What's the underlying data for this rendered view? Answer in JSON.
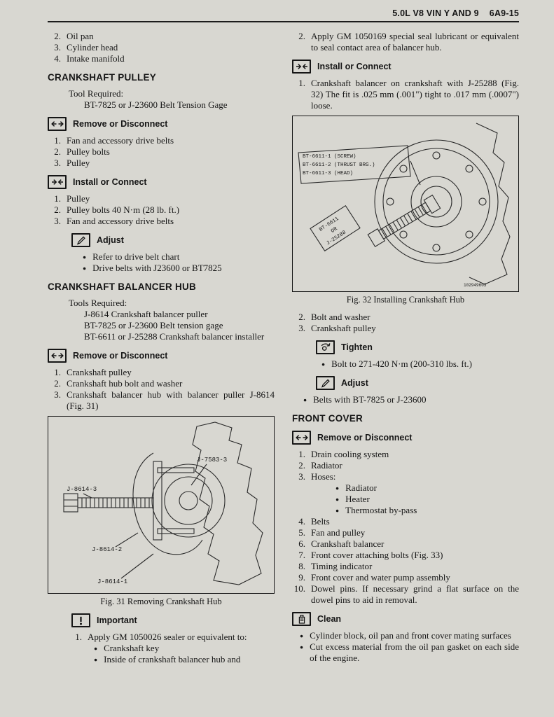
{
  "header": {
    "title": "5.0L V8 VIN Y AND 9",
    "page_no": "6A9-15"
  },
  "left": {
    "intro_items": [
      {
        "n": "2.",
        "t": "Oil pan"
      },
      {
        "n": "3.",
        "t": "Cylinder head"
      },
      {
        "n": "4.",
        "t": "Intake manifold"
      }
    ],
    "pulley": {
      "heading": "CRANKSHAFT PULLEY",
      "tools_label": "Tool Required:",
      "tools": [
        "BT-7825 or J-23600 Belt Tension Gage"
      ],
      "remove_label": "Remove or Disconnect",
      "remove_items": [
        {
          "n": "1.",
          "t": "Fan and accessory drive belts"
        },
        {
          "n": "2.",
          "t": "Pulley bolts"
        },
        {
          "n": "3.",
          "t": "Pulley"
        }
      ],
      "install_label": "Install or Connect",
      "install_items": [
        {
          "n": "1.",
          "t": "Pulley"
        },
        {
          "n": "2.",
          "t": "Pulley bolts 40 N·m (28 lb. ft.)"
        },
        {
          "n": "3.",
          "t": "Fan and accessory drive belts"
        }
      ],
      "adjust_label": "Adjust",
      "adjust_bullets": [
        "Refer to drive belt chart",
        "Drive belts with J23600 or BT7825"
      ]
    },
    "hub": {
      "heading": "CRANKSHAFT BALANCER HUB",
      "tools_label": "Tools Required:",
      "tools": [
        "J-8614 Crankshaft balancer puller",
        "BT-7825 or J-23600 Belt tension gage",
        "BT-6611 or J-25288 Crankshaft balancer installer"
      ],
      "remove_label": "Remove or Disconnect",
      "remove_items": [
        {
          "n": "1.",
          "t": "Crankshaft pulley"
        },
        {
          "n": "2.",
          "t": "Crankshaft hub bolt and washer"
        },
        {
          "n": "3.",
          "t": "Crankshaft balancer hub with balancer puller J-8614 (Fig. 31)"
        }
      ],
      "fig31": {
        "caption": "Fig. 31 Removing Crankshaft Hub",
        "label_1": "J-8614-3",
        "label_2": "J-7583-3",
        "label_3": "J-8614-2",
        "label_4": "J-8614-1"
      },
      "important_label": "Important",
      "important_item": {
        "n": "1.",
        "t": "Apply GM 1050026 sealer or equivalent to:"
      },
      "important_bullets": [
        "Crankshaft key",
        "Inside of crankshaft balancer hub and"
      ]
    }
  },
  "right": {
    "seal_item": {
      "n": "2.",
      "t": "Apply GM 1050169 special seal lubricant or equivalent to seal contact area of balancer hub."
    },
    "install_label": "Install or Connect",
    "install_items": [
      {
        "n": "1.",
        "t": "Crankshaft balancer on crankshaft with J-25288 (Fig. 32) The fit is .025 mm (.001\") tight to .017 mm (.0007\") loose."
      }
    ],
    "fig32": {
      "caption": "Fig. 32 Installing Crankshaft Hub",
      "callout_1": "BT-6611-1 (SCREW)",
      "callout_2": "BT-6611-2 (THRUST BRG.)",
      "callout_3": "BT-6611-3 (HEAD)",
      "tool_line_1": "BT-6611",
      "tool_line_2": "OR",
      "tool_line_3": "J-25288",
      "part_no": "102949603"
    },
    "after_items": [
      {
        "n": "2.",
        "t": "Bolt and washer"
      },
      {
        "n": "3.",
        "t": "Crankshaft pulley"
      }
    ],
    "tighten_label": "Tighten",
    "tighten_bullets": [
      "Bolt to 271-420 N·m (200-310 lbs. ft.)"
    ],
    "adjust_label": "Adjust",
    "adjust_bullets": [
      "Belts with BT-7825 or J-23600"
    ],
    "front": {
      "heading": "FRONT COVER",
      "remove_label": "Remove or Disconnect",
      "items_a": [
        {
          "n": "1.",
          "t": "Drain cooling system"
        },
        {
          "n": "2.",
          "t": "Radiator"
        },
        {
          "n": "3.",
          "t": "Hoses:"
        }
      ],
      "hoses_bullets": [
        "Radiator",
        "Heater",
        "Thermostat by-pass"
      ],
      "items_b": [
        {
          "n": "4.",
          "t": "Belts"
        },
        {
          "n": "5.",
          "t": "Fan and pulley"
        },
        {
          "n": "6.",
          "t": "Crankshaft balancer"
        },
        {
          "n": "7.",
          "t": "Front cover attaching bolts (Fig. 33)"
        },
        {
          "n": "8.",
          "t": "Timing indicator"
        },
        {
          "n": "9.",
          "t": "Front cover and water pump assembly"
        },
        {
          "n": "10.",
          "t": "Dowel pins. If necessary grind a flat surface on the dowel pins to aid in removal."
        }
      ],
      "clean_label": "Clean",
      "clean_bullets": [
        "Cylinder block, oil pan and front cover mating surfaces",
        "Cut excess material from the oil pan gasket on each side of the engine."
      ]
    }
  }
}
